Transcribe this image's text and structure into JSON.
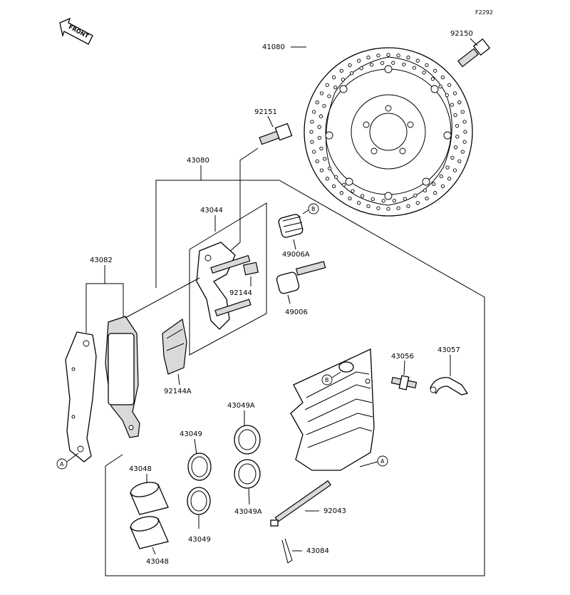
{
  "figure_code": "F2292",
  "front_arrow_label": "FRONT",
  "callouts": {
    "a": "A",
    "b": "B"
  },
  "labels": {
    "p41080": "41080",
    "p92150": "92150",
    "p92151": "92151",
    "p43080": "43080",
    "p43044": "43044",
    "p49006a": "49006A",
    "p92144": "92144",
    "p49006": "49006",
    "p43082": "43082",
    "p92144a": "92144A",
    "p43056": "43056",
    "p43057": "43057",
    "p43049a_top": "43049A",
    "p43049_top": "43049",
    "p43048_top": "43048",
    "p43049_bottom": "43049",
    "p43049a_bottom": "43049A",
    "p43048_bottom": "43048",
    "p92043": "92043",
    "p43084": "43084"
  }
}
